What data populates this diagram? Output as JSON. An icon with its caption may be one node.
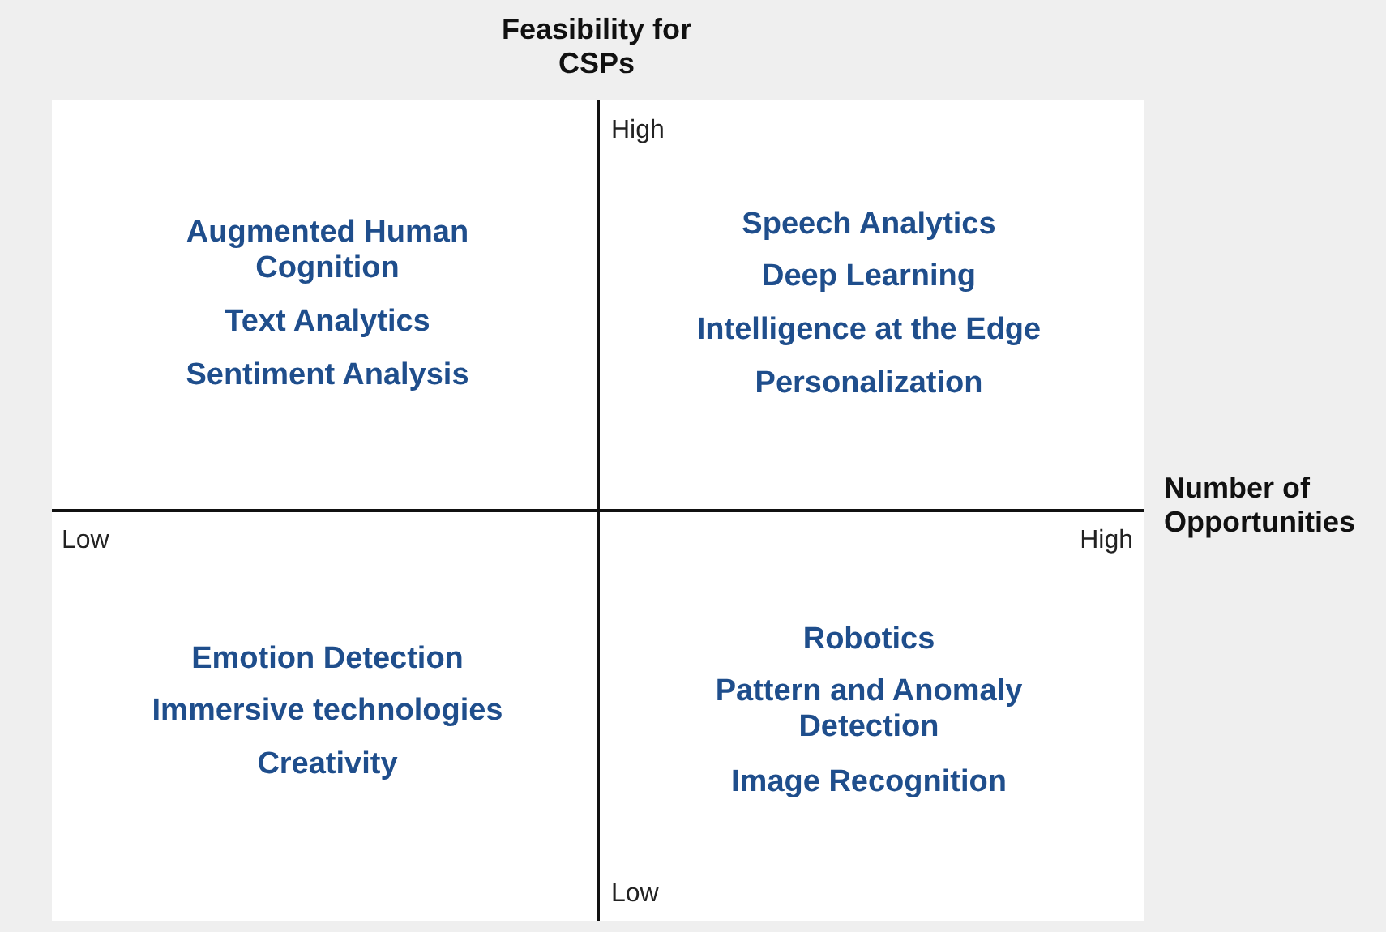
{
  "diagram": {
    "labels": [
      "Feasibility for CSPs",
      "High",
      "Augmented Human Cognition",
      "Text Analytics",
      "Sentiment Analysis",
      "Speech Analytics",
      "Deep Learning",
      "Intelligence at the Edge",
      "Personalization",
      "Number of Opportunities",
      "Low",
      "High",
      "Emotion Detection",
      "Immersive technologies",
      "Creativity",
      "Robotics",
      "Pattern and Anomaly Detection",
      "Image Recognition",
      "Low"
    ]
  }
}
